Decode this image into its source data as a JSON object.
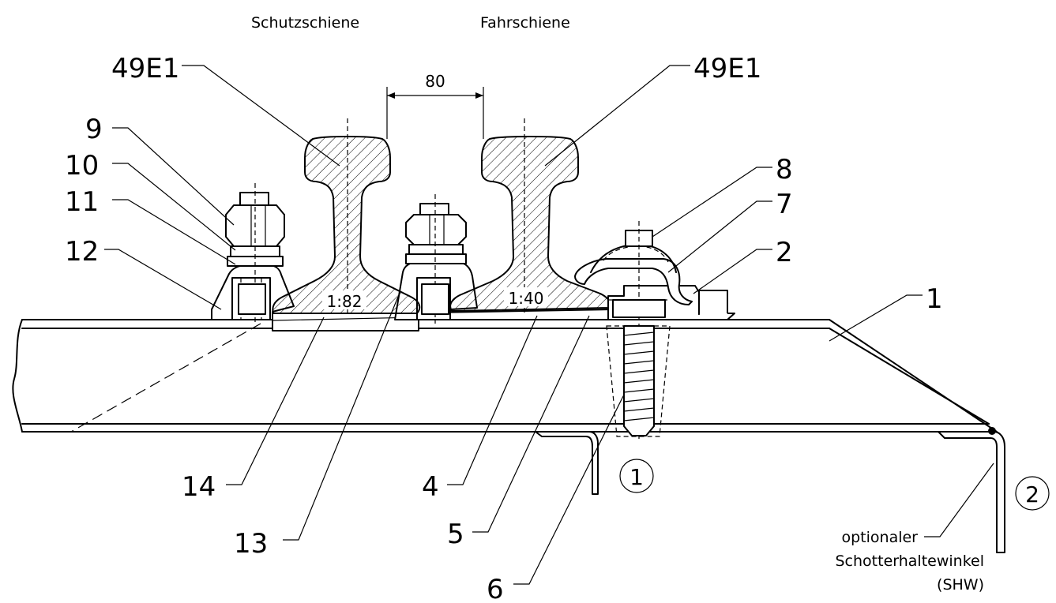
{
  "header": {
    "guard_rail_label": "Schutzschiene",
    "running_rail_label": "Fahrschiene"
  },
  "rail_profile": {
    "left": "49E1",
    "right": "49E1"
  },
  "dimension": {
    "gap": "80"
  },
  "inclination": {
    "guard_rail": "1:82",
    "running_rail": "1:40"
  },
  "parts": {
    "p1": "1",
    "p2": "2",
    "p4": "4",
    "p5": "5",
    "p6": "6",
    "p7": "7",
    "p8": "8",
    "p9": "9",
    "p10": "10",
    "p11": "11",
    "p12": "12",
    "p13": "13",
    "p14": "14"
  },
  "variants": {
    "v1": "1",
    "v2": "2"
  },
  "note": {
    "line1": "optionaler",
    "line2": "Schotterhaltewinkel",
    "line3": "(SHW)"
  }
}
